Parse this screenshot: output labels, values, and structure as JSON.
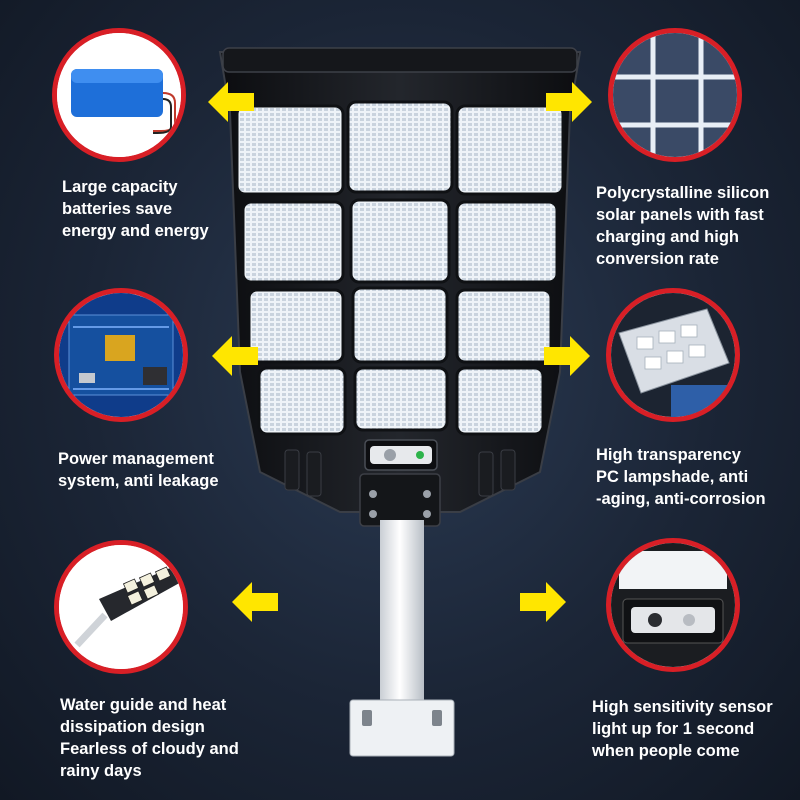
{
  "features": {
    "battery": {
      "lines": [
        "Large capacity",
        "batteries save",
        "energy and energy"
      ],
      "icon": "battery-pack-icon"
    },
    "solar": {
      "lines": [
        "Polycrystalline silicon",
        "solar panels with fast",
        "charging and high",
        "conversion rate"
      ],
      "icon": "solar-panel-icon"
    },
    "power": {
      "lines": [
        "Power management",
        "system, anti leakage"
      ],
      "icon": "circuit-board-icon"
    },
    "shade": {
      "lines": [
        "High transparency",
        "PC lampshade, anti",
        "-aging, anti-corrosion"
      ],
      "icon": "led-module-icon"
    },
    "water": {
      "lines": [
        "Water guide and heat",
        "dissipation design",
        "Fearless of cloudy and",
        "rainy days"
      ],
      "icon": "street-lamp-icon"
    },
    "sensor": {
      "lines": [
        "High sensitivity sensor",
        "light up for 1 second",
        "when people come"
      ],
      "icon": "motion-sensor-icon"
    }
  },
  "colors": {
    "ring": "#d81f26",
    "arrow": "#ffe600",
    "text": "#ffffff"
  }
}
